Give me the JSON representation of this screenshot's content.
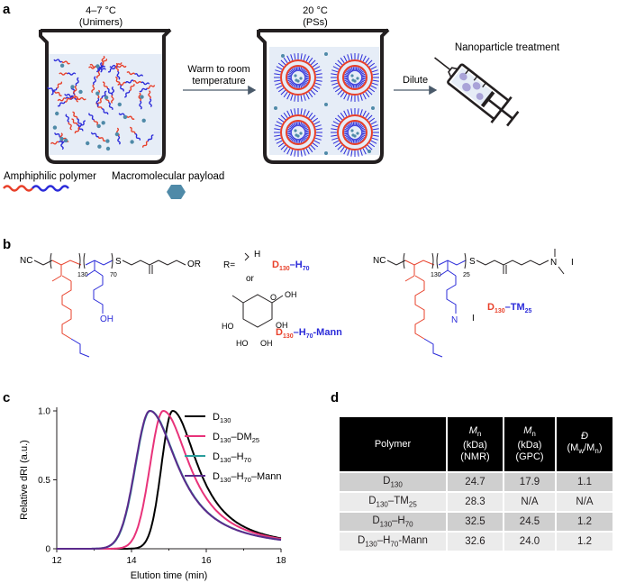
{
  "panel_a": {
    "label": "a",
    "beaker1_temp": "4–7 °C",
    "beaker1_state": "(Unimers)",
    "beaker2_temp": "20 °C",
    "beaker2_state": "(PSs)",
    "arrow1_line1": "Warm to room",
    "arrow1_line2": "temperature",
    "arrow2_label": "Dilute",
    "treatment_label": "Nanoparticle treatment",
    "legend_polymer": "Amphiphilic polymer",
    "legend_payload": "Macromolecular payload",
    "colors": {
      "hydrophobic": "#e8402a",
      "hydrophilic": "#2b2bd9",
      "payload": "#4f8aa8",
      "beaker_fill": "#e6edf7"
    }
  },
  "panel_b": {
    "label": "b",
    "nc1": "NC",
    "n130a": "130",
    "n70": "70",
    "s1": "S",
    "or": "OR",
    "oh": "OH",
    "r_eq": "R=",
    "h": "H",
    "or_word": "or",
    "oh_ring1": "HO",
    "oh_ring2": "HO",
    "oh_ring3": "OH",
    "oh_ring4": "OH",
    "oh_ring5": "OH",
    "o_ring": "O",
    "d130_h70": {
      "d": "D",
      "sub1": "130",
      "dash": "–H",
      "sub2": "70"
    },
    "d130_h70_mann": {
      "d": "D",
      "sub1": "130",
      "dash": "–H",
      "sub2": "70",
      "tail": "-Mann"
    },
    "nc2": "NC",
    "n130b": "130",
    "n25": "25",
    "s2": "S",
    "nplus1": "N",
    "iminus1": "I",
    "nplus2": "N",
    "iminus2": "I",
    "d130_tm25": {
      "d": "D",
      "sub1": "130",
      "dash": "–TM",
      "sub2": "25"
    }
  },
  "panel_c": {
    "label": "c",
    "chart_data": {
      "type": "line",
      "xlabel": "Elution time (min)",
      "ylabel": "Relative dRI (a.u.)",
      "xlim": [
        12,
        18
      ],
      "ylim": [
        0,
        1.0
      ],
      "xticks": [
        "12",
        "14",
        "16",
        "18"
      ],
      "yticks": [
        "0",
        "0.5",
        "1.0"
      ],
      "series": [
        {
          "name": "D130",
          "legend_main": "D",
          "legend_sub": "130",
          "legend_tail": "",
          "legend_sub2": "",
          "legend_end": "",
          "color": "#000000",
          "peak": 15.1,
          "left_width": 0.42,
          "right_width": 0.95
        },
        {
          "name": "D130–DM25",
          "legend_main": "D",
          "legend_sub": "130",
          "legend_tail": "–DM",
          "legend_sub2": "25",
          "legend_end": "",
          "color": "#e8337a",
          "peak": 14.85,
          "left_width": 0.5,
          "right_width": 1.0
        },
        {
          "name": "D130–H70",
          "legend_main": "D",
          "legend_sub": "130",
          "legend_tail": "–H",
          "legend_sub2": "70",
          "legend_end": "",
          "color": "#2a9e9c",
          "peak": 14.5,
          "left_width": 0.55,
          "right_width": 1.05
        },
        {
          "name": "D130–H70–Mann",
          "legend_main": "D",
          "legend_sub": "130",
          "legend_tail": "–H",
          "legend_sub2": "70",
          "legend_end": "–Mann",
          "color": "#5b2a8c",
          "peak": 14.49,
          "left_width": 0.55,
          "right_width": 1.05
        }
      ]
    }
  },
  "panel_d": {
    "label": "d",
    "headers": [
      {
        "main": "Polymer"
      },
      {
        "main": "M",
        "sub": "n",
        "l2": "(kDa)",
        "l3": "(NMR)"
      },
      {
        "main": "M",
        "sub": "n",
        "l2": "(kDa)",
        "l3": "(GPC)"
      },
      {
        "main": "Đ",
        "l2": "(M",
        "sub2a": "w",
        "mid": "/M",
        "sub2b": "n",
        "end": ")"
      }
    ],
    "rows": [
      {
        "p_main": "D",
        "p_sub": "130",
        "p_tail": "",
        "p_sub2": "",
        "p_end": "",
        "nmr": "24.7",
        "gpc": "17.9",
        "pdi": "1.1"
      },
      {
        "p_main": "D",
        "p_sub": "130",
        "p_tail": "–TM",
        "p_sub2": "25",
        "p_end": "",
        "nmr": "28.3",
        "gpc": "N/A",
        "pdi": "N/A"
      },
      {
        "p_main": "D",
        "p_sub": "130",
        "p_tail": "–H",
        "p_sub2": "70",
        "p_end": "",
        "nmr": "32.5",
        "gpc": "24.5",
        "pdi": "1.2"
      },
      {
        "p_main": "D",
        "p_sub": "130",
        "p_tail": "–H",
        "p_sub2": "70",
        "p_end": "-Mann",
        "nmr": "32.6",
        "gpc": "24.0",
        "pdi": "1.2"
      }
    ]
  }
}
